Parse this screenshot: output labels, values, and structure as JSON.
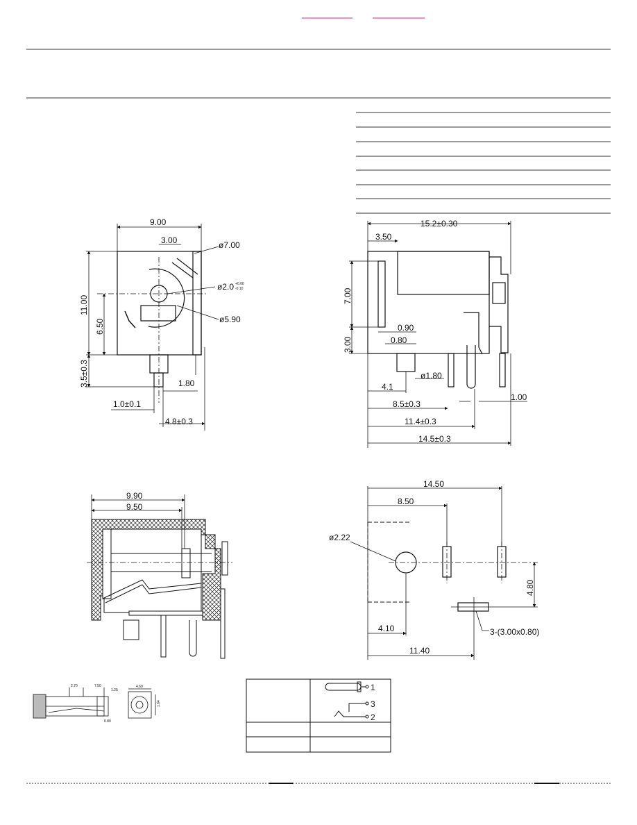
{
  "header": {
    "link_color": "#e0208a",
    "rule_color": "#333333"
  },
  "front_view": {
    "width": "9.00",
    "top_offset": "3.00",
    "dia_outer": "ø7.00",
    "dia_pin": "ø2.0",
    "tol_plus": "+0.00",
    "tol_minus": "-0.10",
    "dia_inner": "ø5.90",
    "height": "11.00",
    "center_height": "6.50",
    "pin_len": "3.5±0.3",
    "pin_width": "1.80",
    "pin_offset": "1.0±0.1",
    "pin_spacing": "4.8±0.3"
  },
  "side_view": {
    "length": "15.2±0.30",
    "front_depth": "3.50",
    "height": "7.00",
    "base_height": "3.00",
    "d1": "0.90",
    "d2": "0.80",
    "pin_dia": "ø1.80",
    "p1": "4.1",
    "p2": "8.5±0.3",
    "p3": "11.4±0.3",
    "p4": "14.5±0.3",
    "pin_w": "1.00"
  },
  "section_view": {
    "d1": "9.90",
    "d2": "9.50"
  },
  "pcb_layout": {
    "total": "14.50",
    "mid": "8.50",
    "hole": "ø2.22",
    "vertical": "4.80",
    "left": "4.10",
    "lower": "11.40",
    "slots": "3-(3.00x0.80)"
  },
  "thumb": {
    "d1": "2.70",
    "d2": "7.50",
    "d3": "1.25",
    "d4": "4.60",
    "d5": "1.64",
    "d6": "0.80"
  },
  "schematic": {
    "pin1": "1",
    "pin3": "3",
    "pin2": "2"
  }
}
